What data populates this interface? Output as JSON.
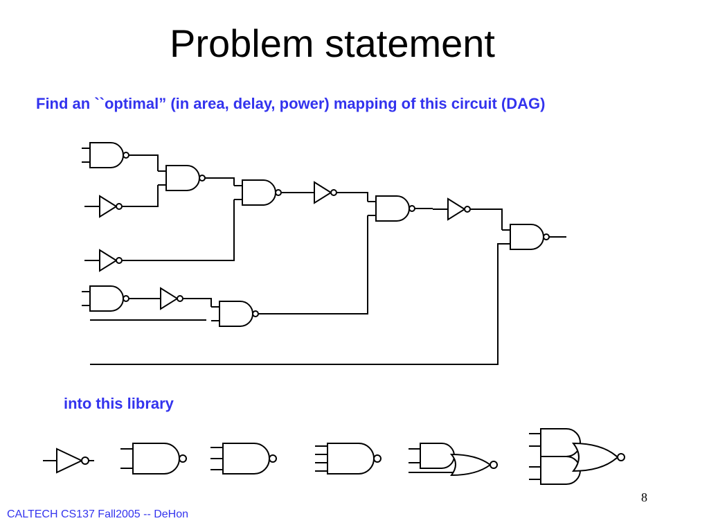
{
  "slide": {
    "title": "Problem statement",
    "subtitle": "Find an ``optimal” (in area, delay, power) mapping of this circuit (DAG)",
    "library_label": "into this library",
    "page_number": "8",
    "footer": "CALTECH CS137 Fall2005 -- DeHon"
  },
  "colors": {
    "accent_text": "#3333ee",
    "line": "#000000"
  }
}
